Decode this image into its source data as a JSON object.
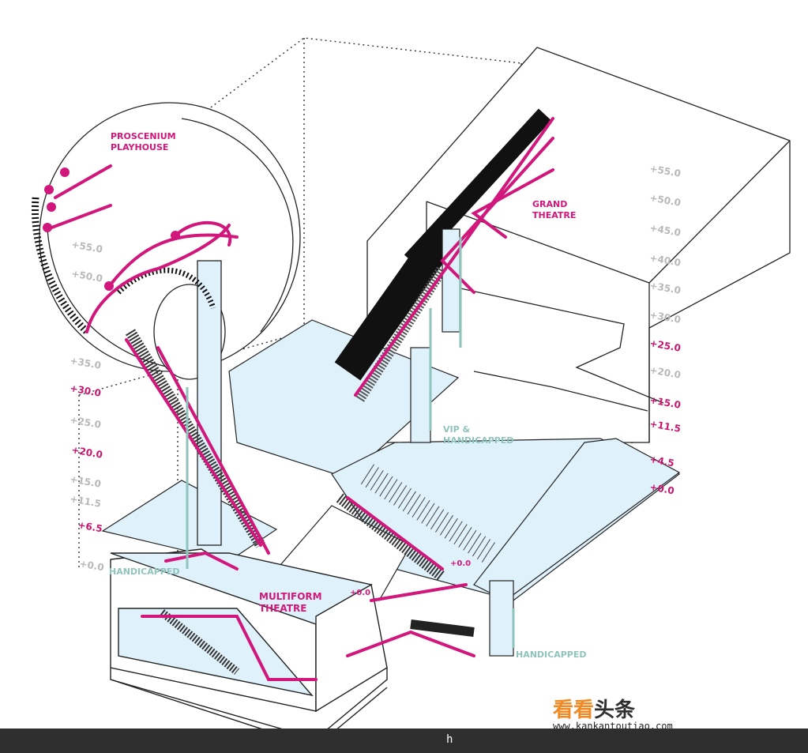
{
  "labels": {
    "proscenium": [
      "PROSCENIUM",
      "PLAYHOUSE"
    ],
    "grand": [
      "GRAND",
      "THEATRE"
    ],
    "multiform": [
      "MULTIFORM",
      "THEATRE"
    ],
    "vip": [
      "VIP &",
      "HANDICAPPED"
    ],
    "handicapped_left": "HANDICAPPED",
    "handicapped_right": "HANDICAPPED",
    "zero_a": "+0.0",
    "zero_b": "+0.0"
  },
  "levels_left": [
    {
      "text": "+55.0",
      "accent": false
    },
    {
      "text": "+50.0",
      "accent": false
    },
    {
      "text": "+35.0",
      "accent": false
    },
    {
      "text": "+30.0",
      "accent": true
    },
    {
      "text": "+25.0",
      "accent": false
    },
    {
      "text": "+20.0",
      "accent": true
    },
    {
      "text": "+15.0",
      "accent": false
    },
    {
      "text": "+11.5",
      "accent": false
    },
    {
      "text": "+6.5",
      "accent": true
    },
    {
      "text": "+0.0",
      "accent": false
    }
  ],
  "levels_right": [
    {
      "text": "+55.0",
      "accent": false
    },
    {
      "text": "+50.0",
      "accent": false
    },
    {
      "text": "+45.0",
      "accent": false
    },
    {
      "text": "+40.0",
      "accent": false
    },
    {
      "text": "+35.0",
      "accent": false
    },
    {
      "text": "+30.0",
      "accent": false
    },
    {
      "text": "+25.0",
      "accent": true
    },
    {
      "text": "+20.0",
      "accent": false
    },
    {
      "text": "+15.0",
      "accent": true
    },
    {
      "text": "+11.5",
      "accent": true
    },
    {
      "text": "+4.5",
      "accent": true
    },
    {
      "text": "+0.0",
      "accent": true
    }
  ],
  "watermark": {
    "logo_a": "看看",
    "logo_b": "头条",
    "domain": "www.kankantoutiao.com",
    "url_fragment": "h"
  },
  "colors": {
    "circulation": "#d1177b",
    "floor": "#dff1fa",
    "handicapped": "#8fc4bd",
    "outline": "#222222"
  }
}
